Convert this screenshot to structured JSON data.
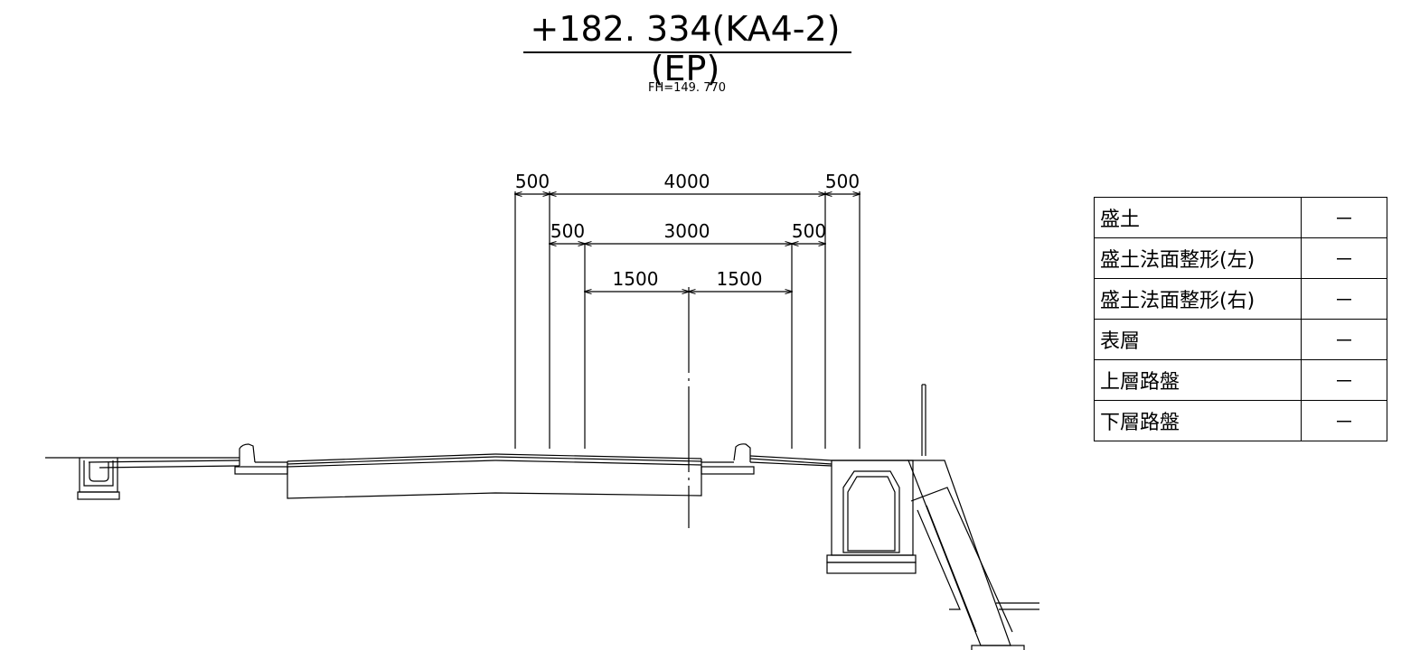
{
  "title": "+182. 334(KA4-2)(EP)",
  "fh_label": "FH=149. 770",
  "dimensions": {
    "top_left": "500",
    "top_mid": "4000",
    "top_right": "500",
    "mid_left": "500",
    "mid_mid": "3000",
    "mid_right": "500",
    "low_left": "1500",
    "low_right": "1500"
  },
  "quantity_table": [
    {
      "name": "盛土",
      "value": "－"
    },
    {
      "name": "盛土法面整形(左)",
      "value": "－"
    },
    {
      "name": "盛土法面整形(右)",
      "value": "－"
    },
    {
      "name": "表層",
      "value": "－"
    },
    {
      "name": "上層路盤",
      "value": "－"
    },
    {
      "name": "下層路盤",
      "value": "－"
    }
  ]
}
